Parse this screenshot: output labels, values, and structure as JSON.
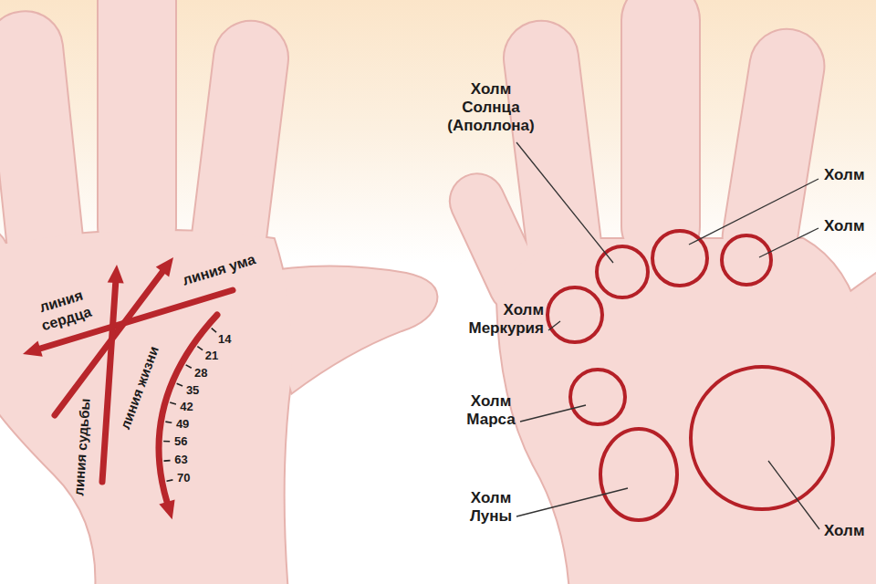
{
  "diagram": {
    "labels": [
      "линия сердца",
      "линия ума",
      "линия жизни",
      "линия судьбы",
      "14",
      "21",
      "28",
      "35",
      "42",
      "49",
      "56",
      "63",
      "70",
      "Холм Солнца (Аполлона)",
      "Холм",
      "Холм",
      "Холм Меркурия",
      "Холм Марса",
      "Холм Луны",
      "Холм"
    ]
  }
}
